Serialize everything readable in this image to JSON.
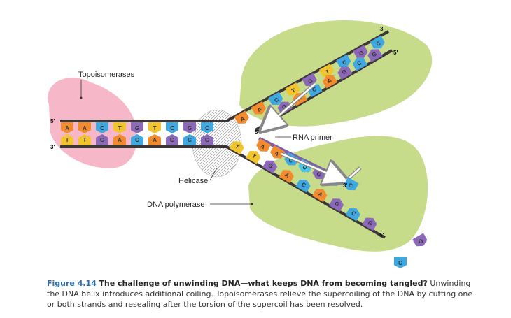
{
  "colors": {
    "A": "#f28a2e",
    "T": "#f2c52e",
    "C": "#3fa8e0",
    "G": "#8b68b8",
    "U": "#4ec4e8",
    "backbone": "#3b3535",
    "topoisomerase": "#f6b8c8",
    "polymerase": "#c6dc8a",
    "primer": "#7a5eb0",
    "caption_accent": "#2a6fb0"
  },
  "labels": {
    "topoisomerases": "Topoisomerases",
    "helicase": "Helicase",
    "dna_polymerase": "DNA polymerase",
    "rna_primer": "RNA primer"
  },
  "ends": {
    "left_top": "5'",
    "left_bottom": "3'",
    "upper_right": "3'",
    "upper_right_b": "5'",
    "lower_right": "5'",
    "primer_5": "5'",
    "primer_3": "3'",
    "lower_3": "3'"
  },
  "strands": {
    "top_left": [
      "A",
      "A",
      "C",
      "T",
      "G",
      "T",
      "C",
      "G",
      "C"
    ],
    "bottom_left": [
      "T",
      "T",
      "G",
      "A",
      "C",
      "A",
      "G",
      "C",
      "G"
    ],
    "upper_fork_outer": [
      "A",
      "A",
      "C",
      "T",
      "G",
      "T",
      "C",
      "G",
      "C"
    ],
    "upper_fork_inner": [
      "T",
      "G",
      "A",
      "C",
      "A",
      "G",
      "C",
      "G"
    ],
    "lower_fork": [
      "T",
      "T",
      "G",
      "A",
      "C",
      "A",
      "G",
      "C",
      "G"
    ],
    "rna_primer": [
      "A",
      "A",
      "C",
      "U",
      "G",
      "U"
    ],
    "free_nucleotides": [
      "C",
      "G",
      "C"
    ]
  },
  "caption": {
    "figure_number": "Figure 4.14",
    "title": "The challenge of unwinding DNA—what keeps DNA from becoming tangled?",
    "body": "Unwinding the DNA helix introduces additional coiling. Topoisomerases relieve the supercoiling of the DNA by cutting one or both strands and resealing after the torsion of the supercoil has been resolved."
  }
}
